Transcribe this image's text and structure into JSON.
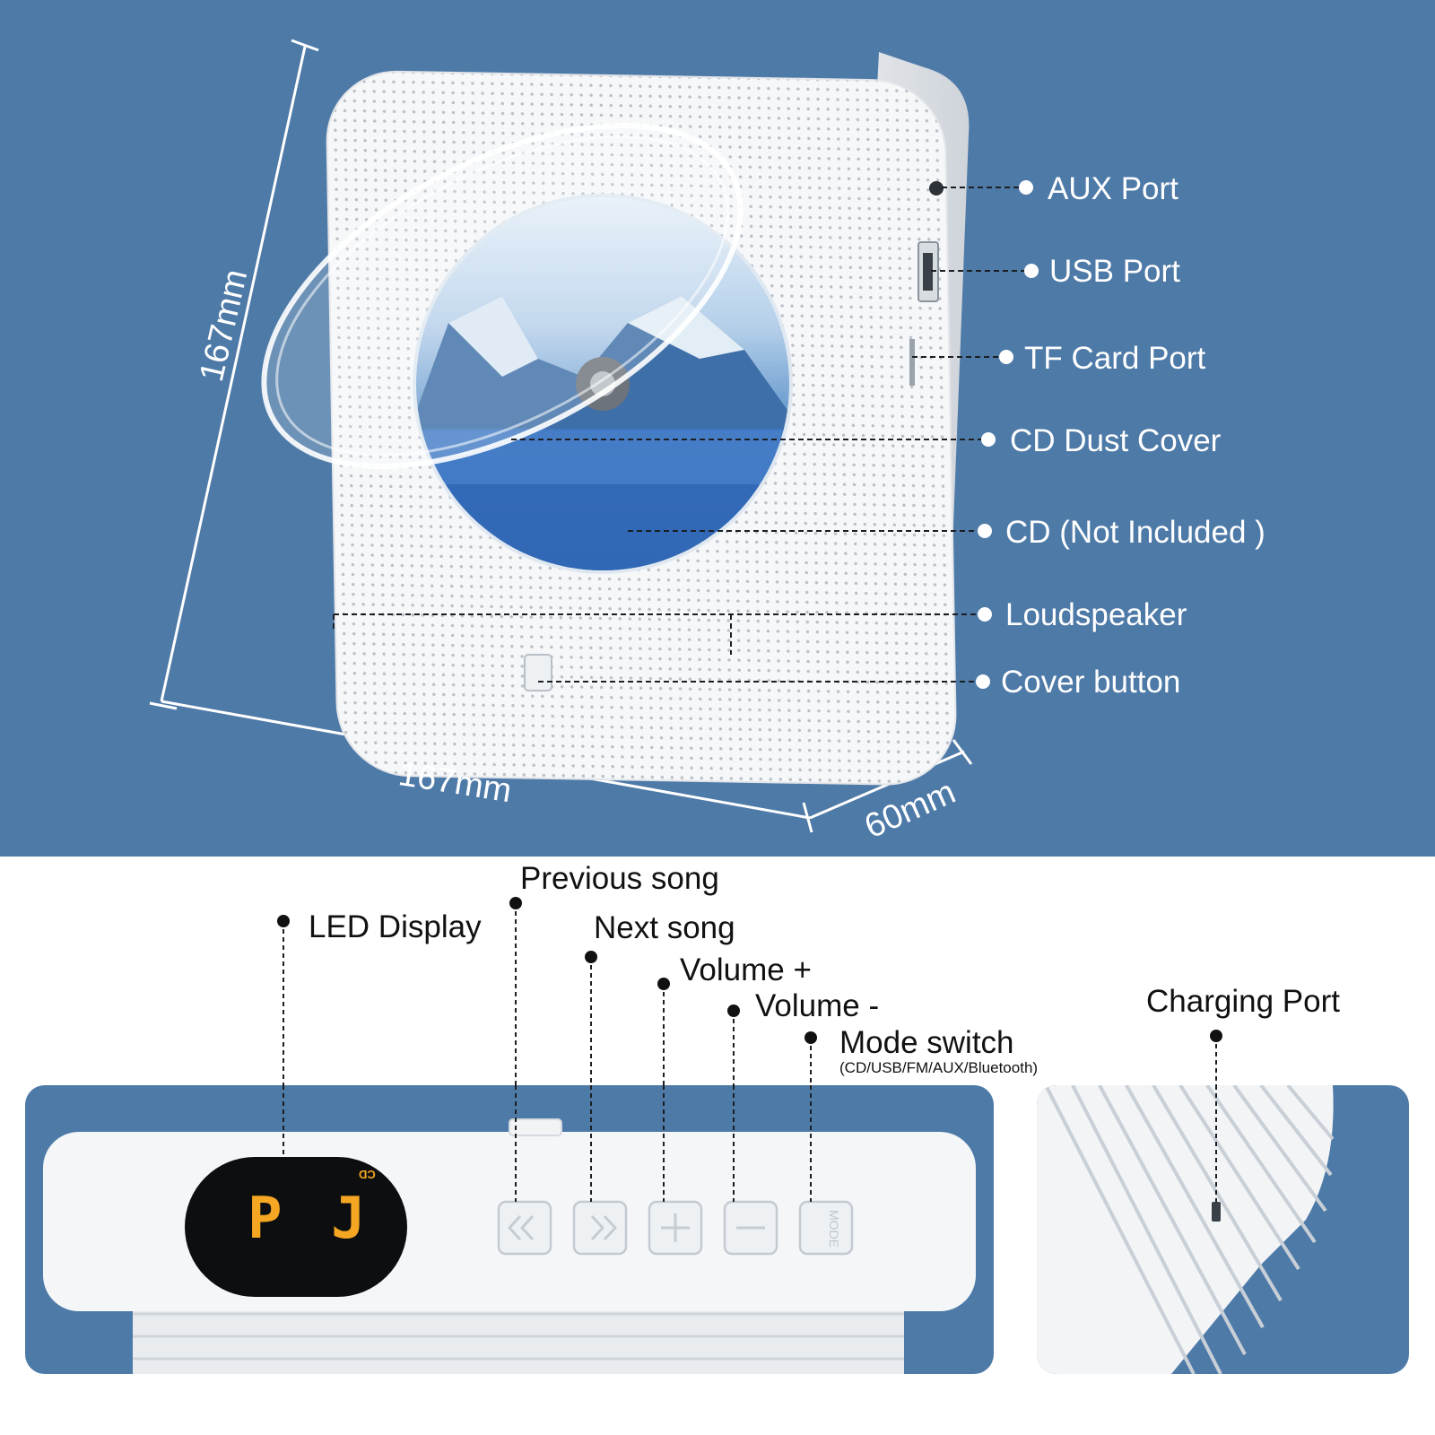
{
  "colors": {
    "background_blue": "#4e7aa8",
    "device_white": "#f4f6f8",
    "led_digits": "#f5a623",
    "label_dark": "#111111",
    "label_light": "#ffffff"
  },
  "dimensions": {
    "height": "167mm",
    "width": "167mm",
    "depth": "60mm"
  },
  "side_labels": {
    "aux_port": "AUX Port",
    "usb_port": "USB Port",
    "tf_card_port": "TF Card Port",
    "cd_dust_cover": "CD Dust Cover",
    "cd_not_included": "CD (Not Included )",
    "loudspeaker": "Loudspeaker",
    "cover_button": "Cover button"
  },
  "panel_labels": {
    "led_display": "LED Display",
    "previous_song": "Previous song",
    "next_song": "Next song",
    "volume_up": "Volume +",
    "volume_down": "Volume -",
    "mode_switch": "Mode switch",
    "mode_switch_sub": "(CD/USB/FM/AUX/Bluetooth)",
    "charging_port": "Charging Port"
  },
  "led": {
    "digits": "P J",
    "indicator": "CD"
  },
  "buttons": {
    "previous_icon": "rewind-icon",
    "next_icon": "fast-forward-icon",
    "volume_up_icon": "plus-icon",
    "volume_down_icon": "minus-icon",
    "mode_text": "MODE"
  }
}
